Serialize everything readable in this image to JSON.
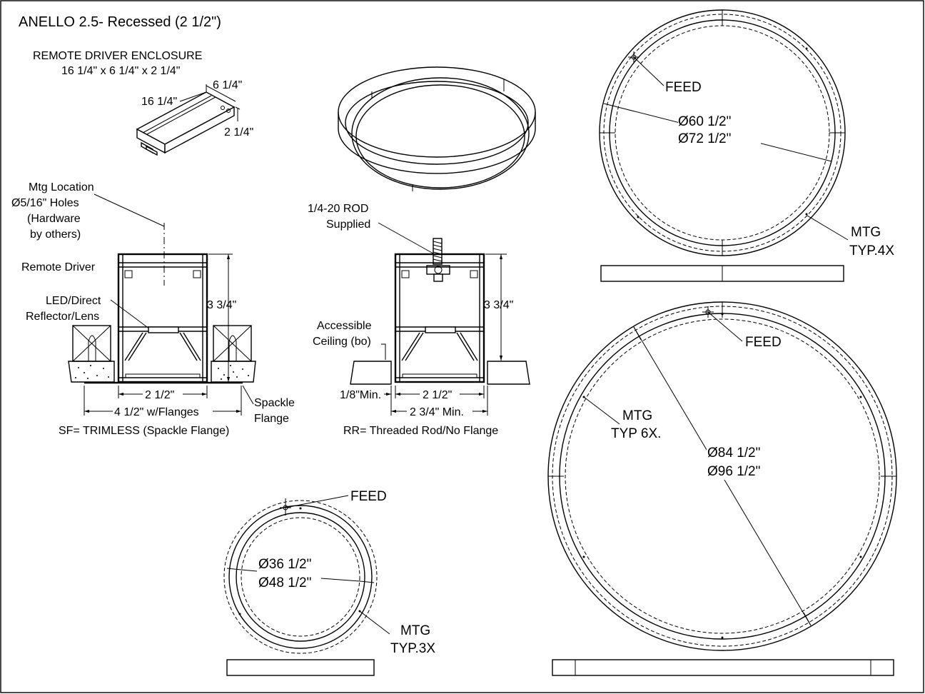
{
  "title": "ANELLO 2.5- Recessed (2 1/2\")",
  "enclosure": {
    "heading": "REMOTE DRIVER ENCLOSURE",
    "size": "16 1/4\" x 6 1/4\" x 2 1/4\"",
    "length": "16 1/4\"",
    "width": "6 1/4\"",
    "height": "2 1/4\""
  },
  "sf_section": {
    "mtg_location": [
      "Mtg Location",
      "Ø5/16\" Holes",
      "(Hardware",
      "by others)"
    ],
    "remote_driver": "Remote Driver",
    "led": [
      "LED/Direct",
      "Reflector/Lens"
    ],
    "height_dim": "3 3/4\"",
    "width_dim": "2 1/2\"",
    "flange_dim": "4 1/2\" w/Flanges",
    "spackle": [
      "Spackle",
      "Flange"
    ],
    "caption": "SF= TRIMLESS (Spackle Flange)"
  },
  "rr_section": {
    "rod": [
      "1/4-20 ROD",
      "Supplied"
    ],
    "ceiling": [
      "Accessible",
      "Ceiling (bo)"
    ],
    "height_dim": "3 3/4\"",
    "min_dim": "1/8\"Min.",
    "width_dim": "2 1/2\"",
    "opening_dim": "2 3/4\" Min.",
    "caption": "RR= Threaded Rod/No Flange"
  },
  "ring_60": {
    "feed": "FEED",
    "inner": "Ø60 1/2\"",
    "outer": "Ø72 1/2\"",
    "mtg": [
      "MTG",
      "TYP.4X"
    ]
  },
  "ring_84": {
    "feed": "FEED",
    "inner": "Ø84 1/2\"",
    "outer": "Ø96 1/2\"",
    "mtg": [
      "MTG",
      "TYP 6X."
    ]
  },
  "ring_36": {
    "feed": "FEED",
    "inner": "Ø36 1/2\"",
    "outer": "Ø48 1/2\"",
    "mtg": [
      "MTG",
      "TYP.3X"
    ]
  }
}
